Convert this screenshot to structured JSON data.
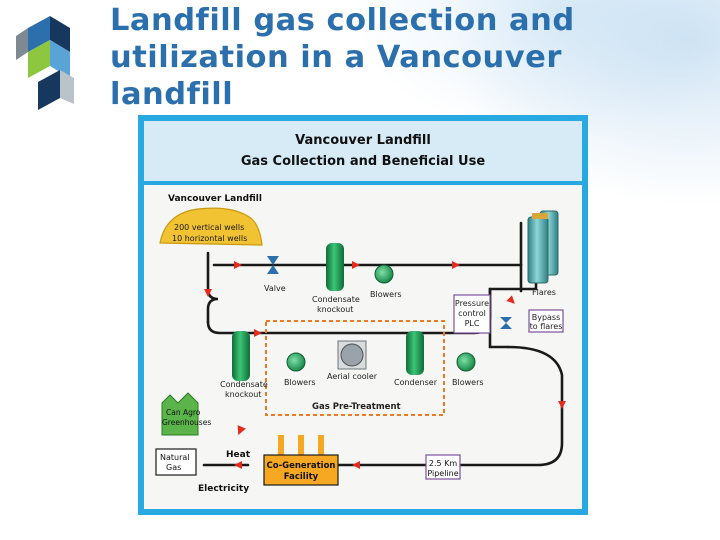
{
  "slide": {
    "title_lines": [
      "Landfill gas collection and",
      "utilization in a Vancouver",
      "landfill"
    ]
  },
  "diagram": {
    "header": {
      "title": "Vancouver Landfill",
      "subtitle": "Gas Collection and Beneficial Use"
    },
    "landfill": {
      "name": "Vancouver Landfill",
      "wells_line1": "200 vertical wells",
      "wells_line2": "10 horizontal wells"
    },
    "labels": {
      "valve": "Valve",
      "condensate_top_1": "Condensate",
      "condensate_top_2": "knockout",
      "blowers_top": "Blowers",
      "flares": "Flares",
      "pressure_1": "Pressure",
      "pressure_2": "control",
      "pressure_3": "PLC",
      "bypass_1": "Bypass",
      "bypass_2": "to flares",
      "condensate_bottom_1": "Condensate",
      "condensate_bottom_2": "knockout",
      "blowers_left": "Blowers",
      "aerial_cooler": "Aerial cooler",
      "condenser": "Condenser",
      "blowers_right": "Blowers",
      "pretreatment": "Gas Pre-Treatment",
      "greenhouse_1": "Can Agro",
      "greenhouse_2": "Greenhouses",
      "natural_gas_1": "Natural",
      "natural_gas_2": "Gas",
      "heat": "Heat",
      "electricity": "Electricity",
      "cogen_1": "Co-Generation",
      "cogen_2": "Facility",
      "pipeline_1": "2.5 Km",
      "pipeline_2": "Pipeline"
    },
    "colors": {
      "frame": "#29a9e1",
      "header_bg": "#d7ebf7",
      "body_bg": "#f6f7f4",
      "pipe": "#1a1a1a",
      "arrow": "#e52b1e",
      "tank": "#1f9a55",
      "dashed_box": "#ea7a23",
      "landfill": "#f1c232",
      "greenhouse": "#5bb449",
      "cogen": "#f7a823",
      "plc_box": "#7b4f9c"
    }
  }
}
